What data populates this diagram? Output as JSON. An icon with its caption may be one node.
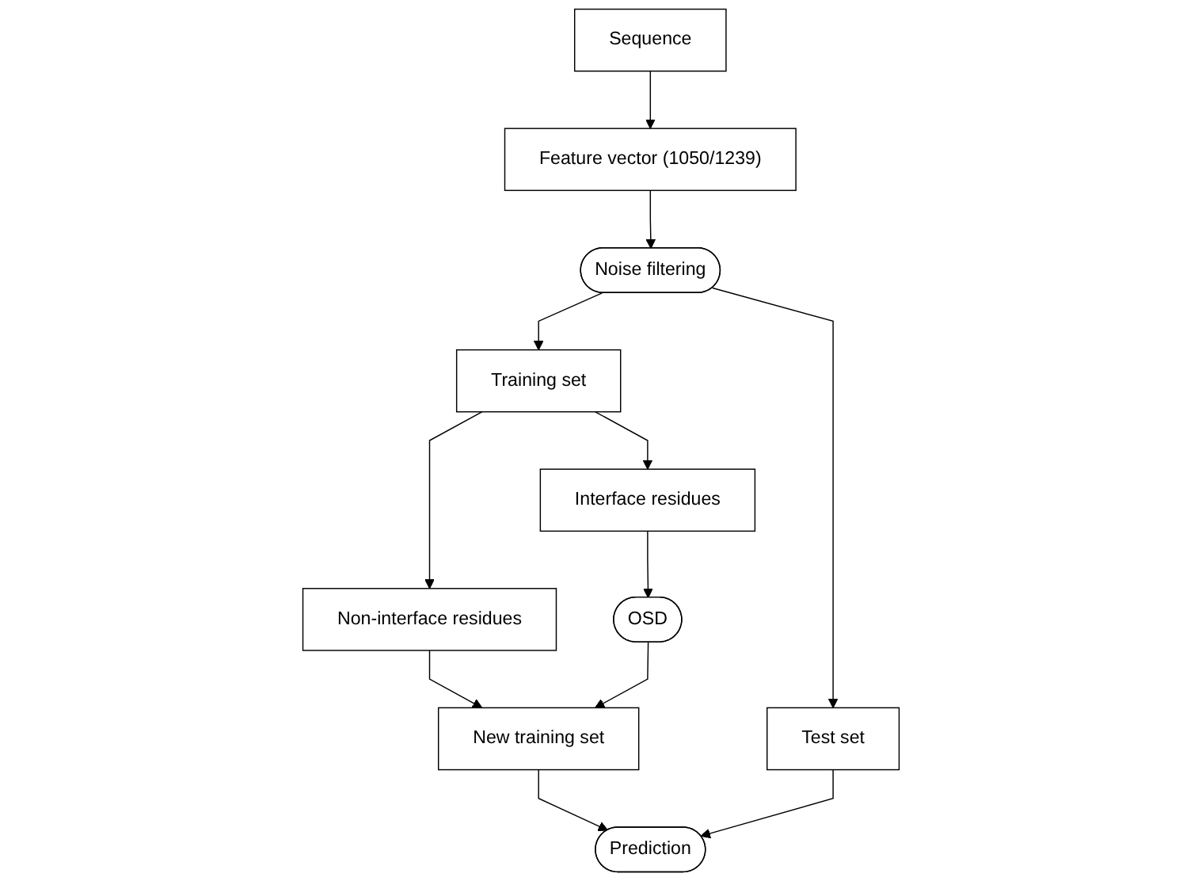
{
  "diagram": {
    "nodes": [
      {
        "text": [
          "Sequence"
        ]
      },
      {
        "text": [
          "Feature vector (1050/1239)"
        ]
      },
      {
        "text": [
          "Noise filtering"
        ]
      },
      {
        "text": [
          "Training set"
        ]
      },
      {
        "text": [
          "Test set"
        ]
      },
      {
        "text": [
          "Non-interface residues"
        ]
      },
      {
        "text": [
          "Interface residues"
        ]
      },
      {
        "text": [
          "OSD"
        ]
      },
      {
        "text": [
          "New training set"
        ]
      },
      {
        "text": [
          "Prediction"
        ]
      }
    ],
    "edges": [
      {
        "from": 0,
        "to": 1,
        "arrow": "to"
      },
      {
        "from": 1,
        "to": 2,
        "arrow": "to"
      },
      {
        "from": 2,
        "to": 3,
        "arrow": "to"
      },
      {
        "from": 2,
        "to": 4,
        "arrow": "to"
      },
      {
        "from": 3,
        "to": 5,
        "arrow": "to"
      },
      {
        "from": 3,
        "to": 6,
        "arrow": "to"
      },
      {
        "from": 6,
        "to": 7,
        "arrow": "to"
      },
      {
        "from": 5,
        "to": 8,
        "arrow": "to"
      },
      {
        "from": 7,
        "to": 8,
        "arrow": "to"
      },
      {
        "from": 8,
        "to": 9,
        "arrow": "to"
      },
      {
        "from": 4,
        "to": 9,
        "arrow": "to"
      }
    ]
  }
}
